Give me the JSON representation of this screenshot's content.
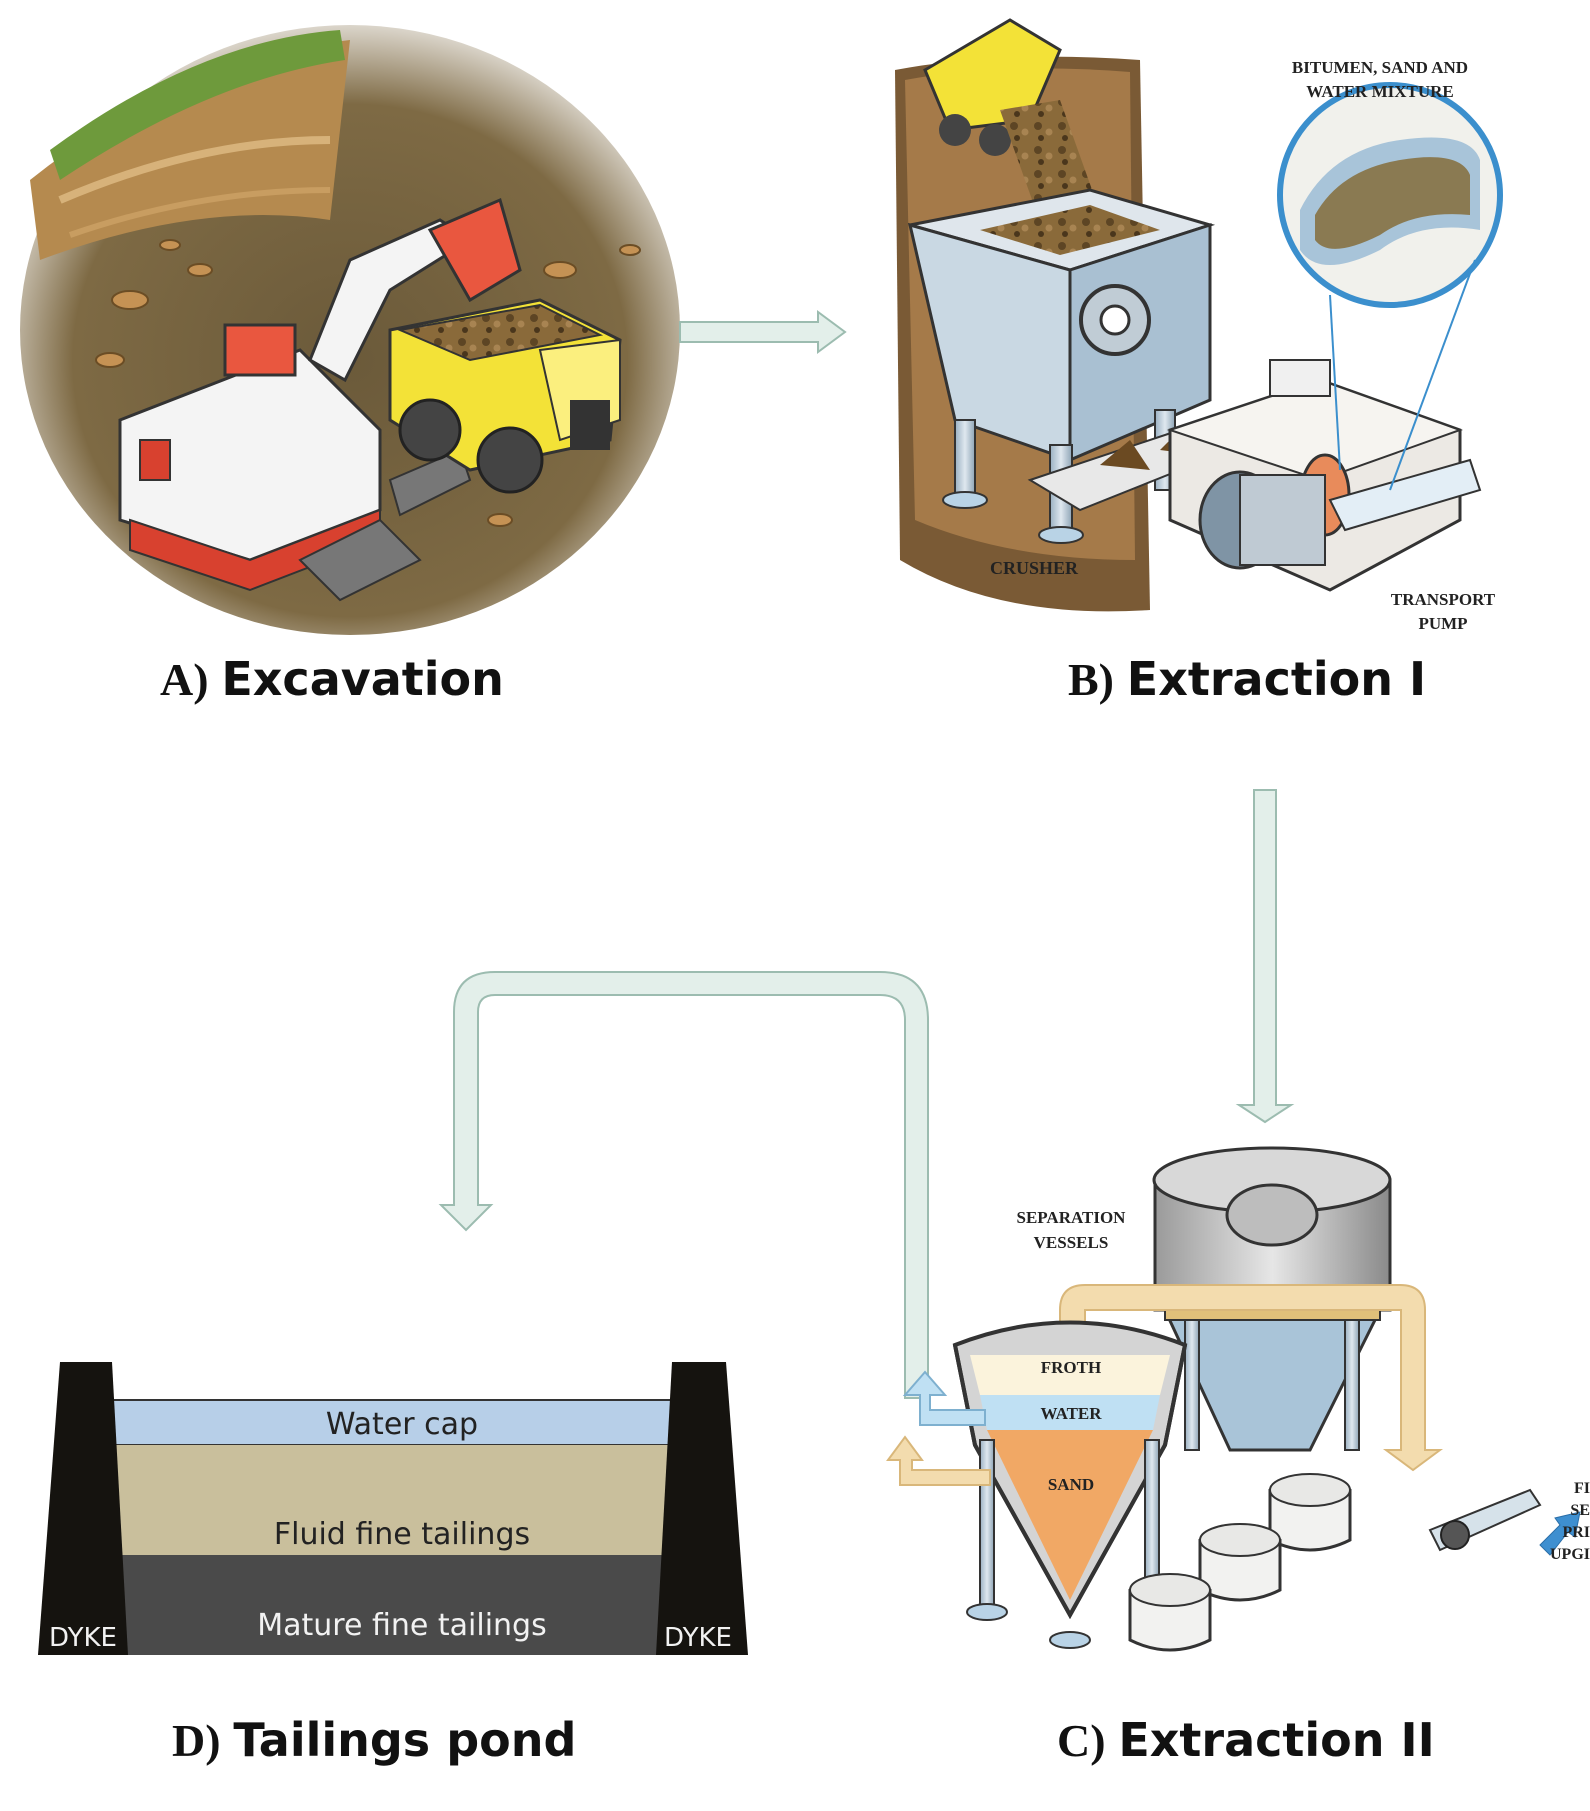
{
  "panels": {
    "a": {
      "letter": "A)",
      "title": "Excavation"
    },
    "b": {
      "letter": "B)",
      "title": "Extraction I"
    },
    "c": {
      "letter": "C)",
      "title": "Extraction II"
    },
    "d": {
      "letter": "D)",
      "title": "Tailings pond"
    }
  },
  "extraction1": {
    "mixture_label_1": "BITUMEN, SAND AND",
    "mixture_label_2": "WATER MIXTURE",
    "crusher_label": "CRUSHER",
    "pump_label_1": "TRANSPORT",
    "pump_label_2": "PUMP"
  },
  "extraction2": {
    "vessels_label_1": "SEPARATION",
    "vessels_label_2": "VESSELS",
    "froth_label": "FROTH",
    "water_label": "WATER",
    "sand_label": "SAND",
    "cut_label_1": "FI",
    "cut_label_2": "SE",
    "cut_label_3": "PRI",
    "cut_label_4": "UPGI"
  },
  "pond": {
    "water_cap": "Water cap",
    "fluid_fine": "Fluid fine tailings",
    "mature_fine": "Mature fine tailings",
    "dyke_left": "DYKE",
    "dyke_right": "DYKE"
  },
  "colors": {
    "arrow_fill": "#e3efea",
    "arrow_stroke": "#9cbcb0",
    "water": "#b7cfe8",
    "fluid_tailings": "#c9bf9c",
    "mature_tailings": "#4a4a4a",
    "dyke": "#15130f",
    "sand": "#f1a865",
    "froth": "#fbf3dc"
  }
}
